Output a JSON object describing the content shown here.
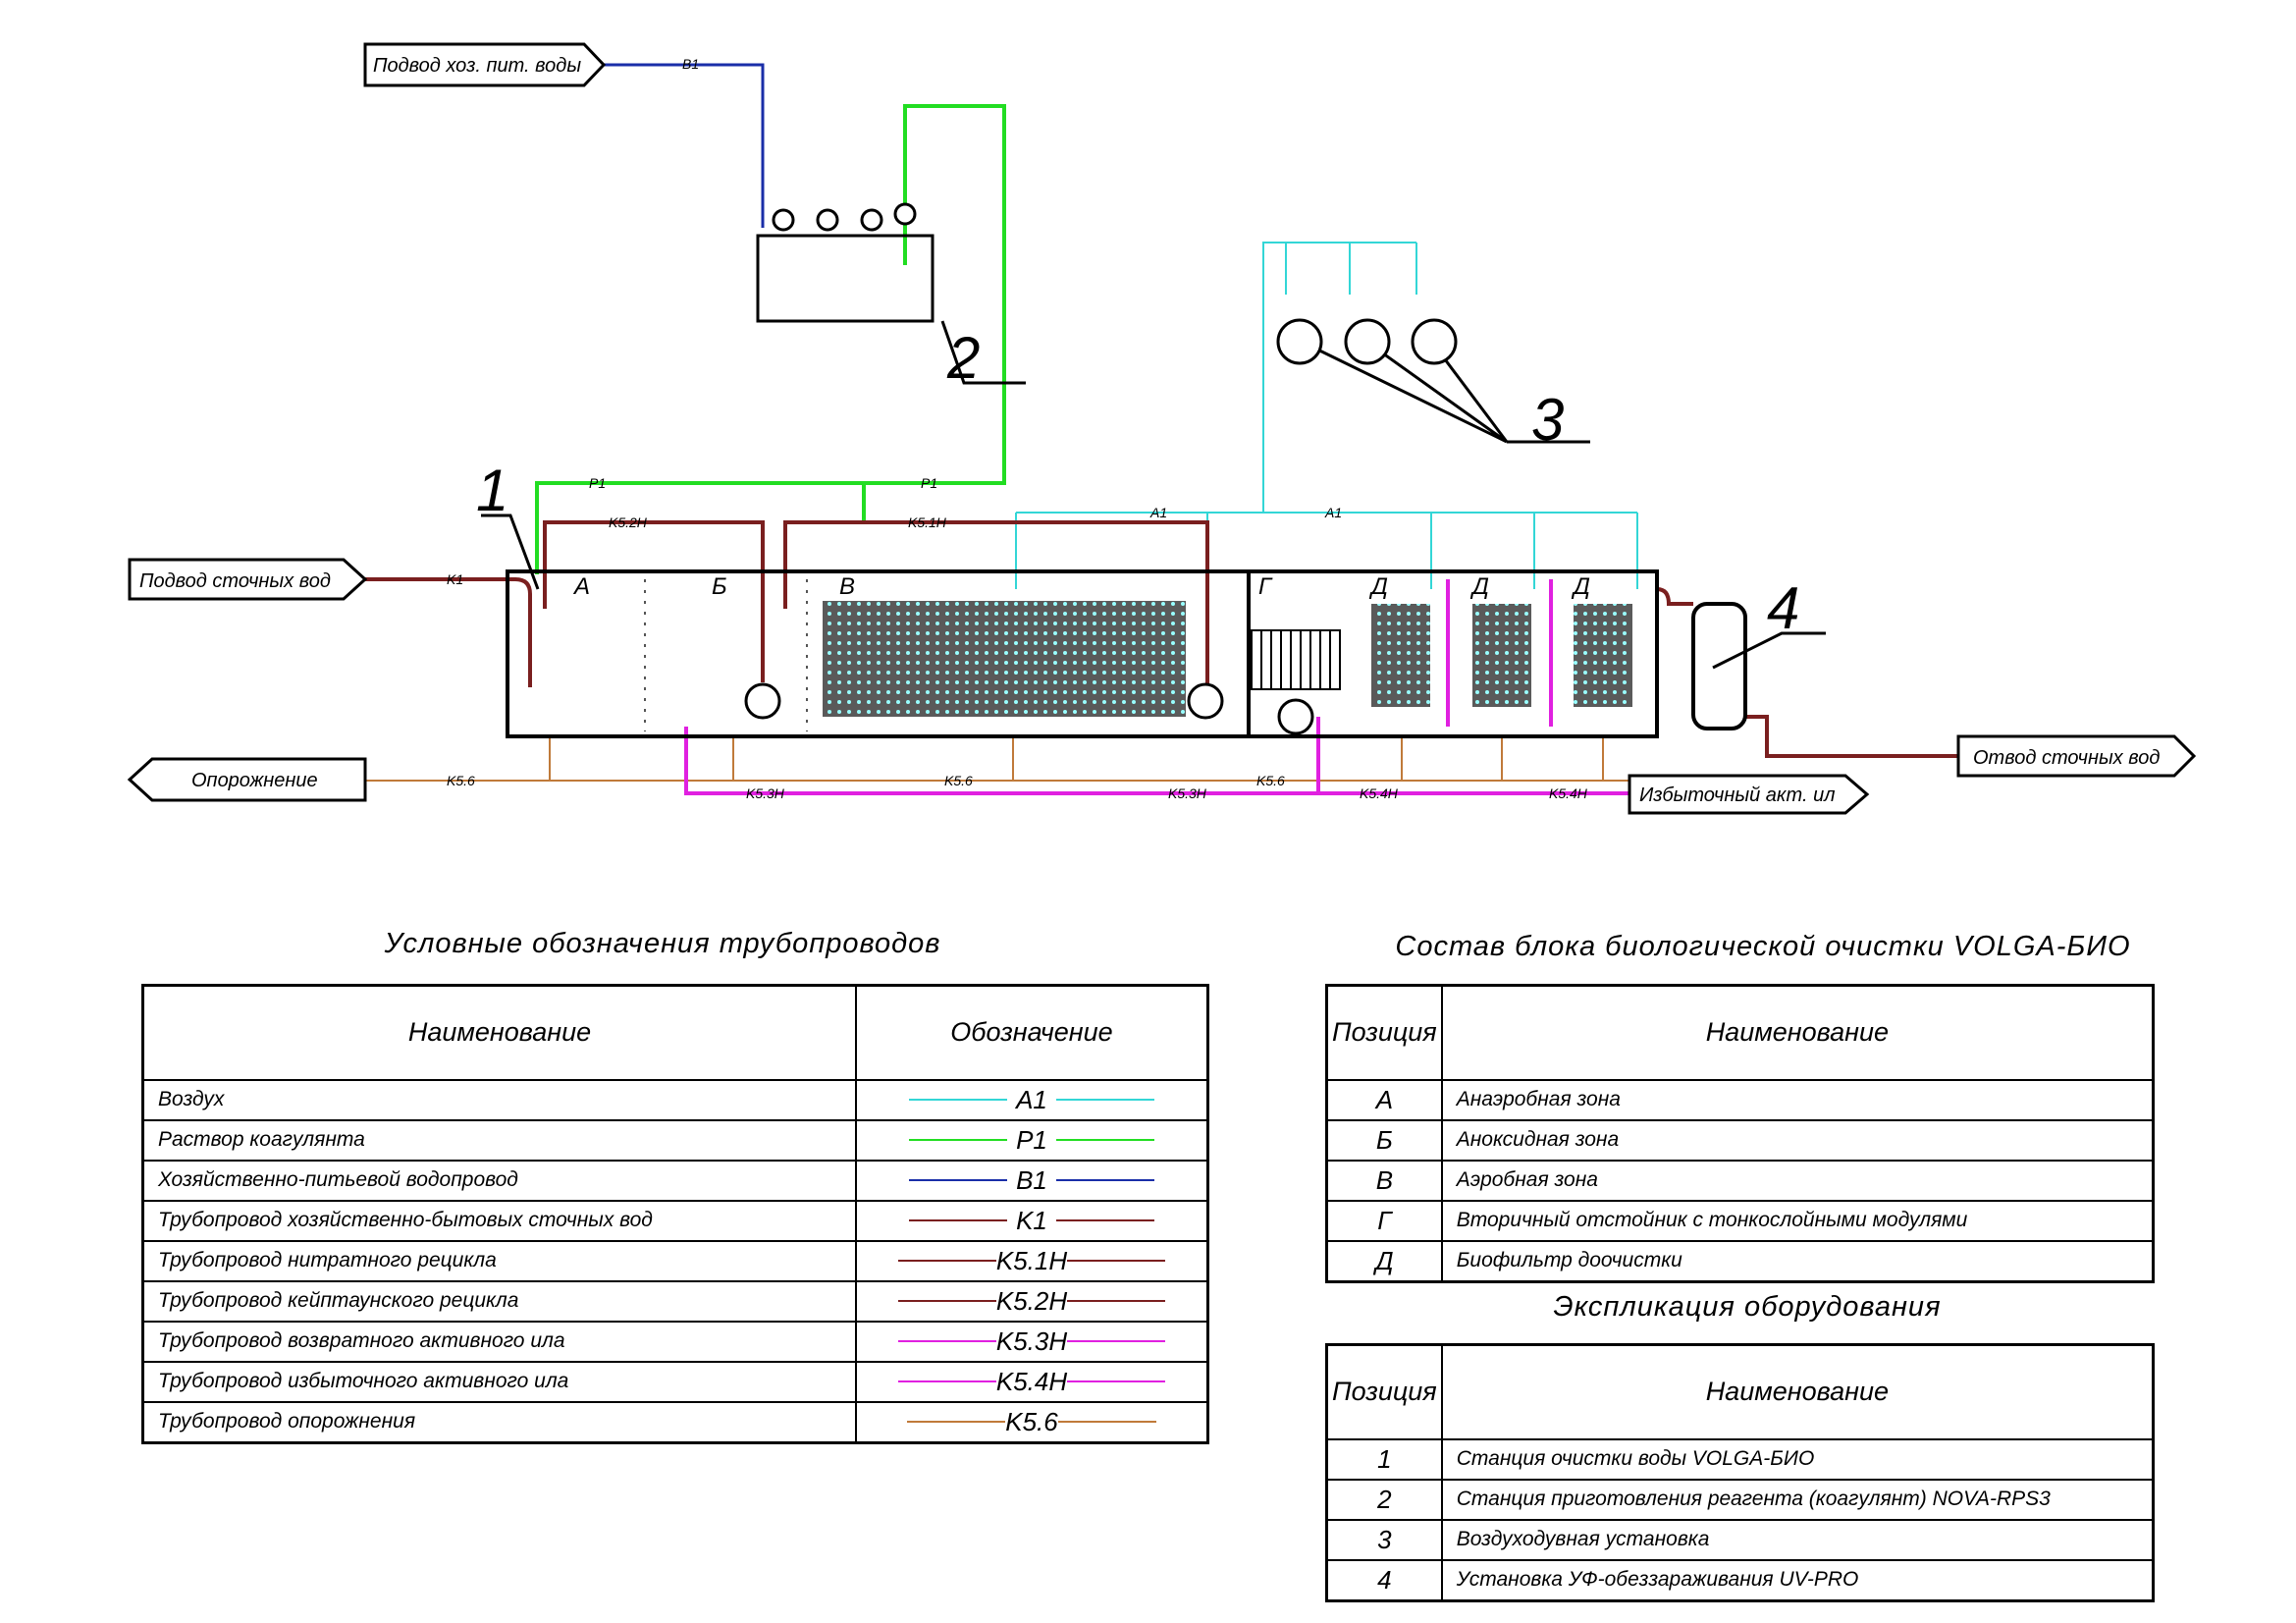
{
  "scheme": {
    "inlets": {
      "potable_water": "Подвод хоз. пит. воды",
      "wastewater_in": "Подвод сточных вод",
      "drain": "Опорожнение",
      "excess_sludge": "Избыточный акт. ил",
      "wastewater_out": "Отвод сточных вод"
    },
    "pipe_labels": {
      "b1": "B1",
      "p1": "P1",
      "a1": "A1",
      "k1": "K1",
      "k51": "K5.1H",
      "k52": "K5.2H",
      "k53": "K5.3H",
      "k54": "K5.4H",
      "k56": "K5.6"
    },
    "zones": [
      "А",
      "Б",
      "В",
      "Г",
      "Д"
    ],
    "callouts": [
      "1",
      "2",
      "3",
      "4"
    ]
  },
  "colors": {
    "air": "#33d6d6",
    "coagulant": "#22dd22",
    "potable": "#1a2ea8",
    "sewage": "#7a1f1f",
    "return_sludge": "#e020e0",
    "drain": "#c07a3a"
  },
  "legend": {
    "title": "Условные обозначения трубопроводов",
    "headers": [
      "Наименование",
      "Обозначение"
    ],
    "rows": [
      {
        "name": "Воздух",
        "code": "A1",
        "color": "#33d6d6"
      },
      {
        "name": "Раствор коагулянта",
        "code": "P1",
        "color": "#22dd22"
      },
      {
        "name": "Хозяйственно-питьевой водопровод",
        "code": "B1",
        "color": "#1a2ea8"
      },
      {
        "name": "Трубопровод хозяйственно-бытовых сточных вод",
        "code": "K1",
        "color": "#7a1f1f"
      },
      {
        "name": "Трубопровод нитратного рецикла",
        "code": "K5.1H",
        "color": "#7a1f1f"
      },
      {
        "name": "Трубопровод кейптаунского рецикла",
        "code": "K5.2H",
        "color": "#7a1f1f"
      },
      {
        "name": "Трубопровод возвратного активного ила",
        "code": "K5.3H",
        "color": "#e020e0"
      },
      {
        "name": "Трубопровод избыточного активного ила",
        "code": "K5.4H",
        "color": "#e020e0"
      },
      {
        "name": "Трубопровод опорожнения",
        "code": "K5.6",
        "color": "#c07a3a"
      }
    ]
  },
  "composition": {
    "title": "Состав блока биологической очистки VOLGA-БИО",
    "headers": [
      "Позиция",
      "Наименование"
    ],
    "rows": [
      {
        "pos": "А",
        "name": "Анаэробная зона"
      },
      {
        "pos": "Б",
        "name": "Аноксидная зона"
      },
      {
        "pos": "В",
        "name": "Аэробная зона"
      },
      {
        "pos": "Г",
        "name": "Вторичный отстойник с тонкослойными модулями"
      },
      {
        "pos": "Д",
        "name": "Биофильтр доочистки"
      }
    ]
  },
  "equipment": {
    "title": "Экспликация оборудования",
    "headers": [
      "Позиция",
      "Наименование"
    ],
    "rows": [
      {
        "pos": "1",
        "name": "Станция очистки воды VOLGA-БИО"
      },
      {
        "pos": "2",
        "name": "Станция приготовления реагента (коагулянт) NOVA-RPS3"
      },
      {
        "pos": "3",
        "name": "Воздуходувная установка"
      },
      {
        "pos": "4",
        "name": "Установка УФ-обеззараживания UV-PRO"
      }
    ]
  }
}
